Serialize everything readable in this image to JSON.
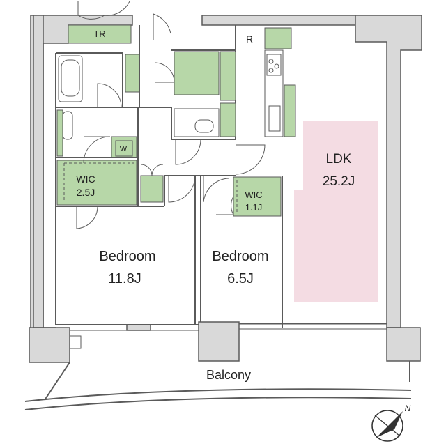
{
  "rooms": {
    "tr": {
      "label": "TR"
    },
    "r": {
      "label": "R"
    },
    "w": {
      "label": "W"
    },
    "ldk": {
      "label": "LDK",
      "size": "25.2J"
    },
    "wic_main": {
      "label": "WIC",
      "size": "2.5J"
    },
    "wic_small": {
      "label": "WIC",
      "size": "1.1J"
    },
    "bedroom1": {
      "label": "Bedroom",
      "size": "11.8J"
    },
    "bedroom2": {
      "label": "Bedroom",
      "size": "6.5J"
    },
    "balcony": {
      "label": "Balcony"
    }
  },
  "compass": {
    "label": "N"
  },
  "colors": {
    "storage": "#b7d7a8",
    "ldk_floor": "#f4dce3",
    "walls": "#d9d9d9"
  }
}
